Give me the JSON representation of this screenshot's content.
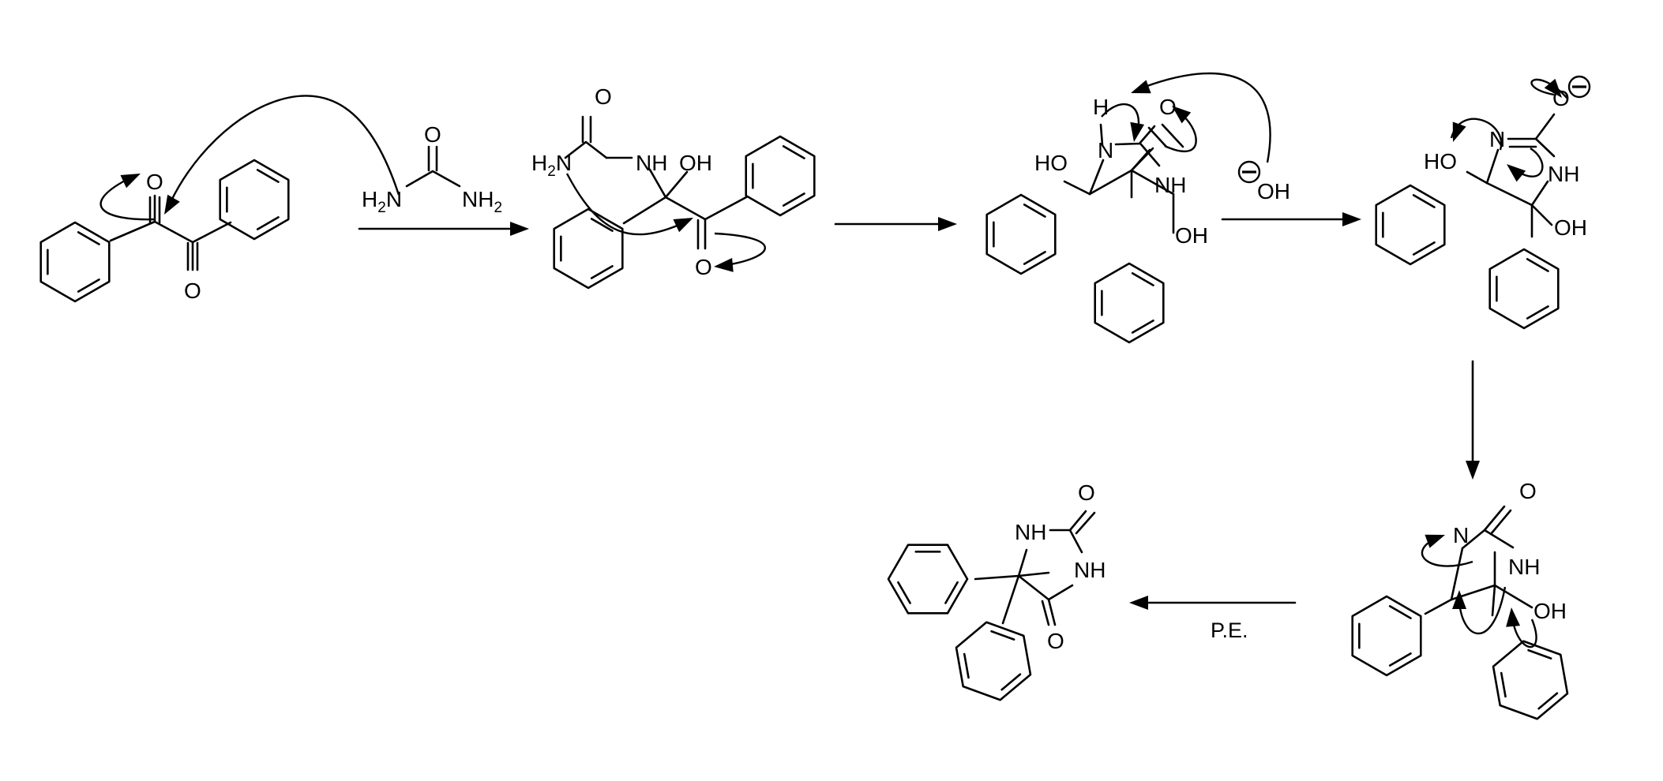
{
  "atoms": {
    "O": "O",
    "N": "N",
    "H": "H",
    "OH": "OH",
    "HO": "HO",
    "NH": "NH",
    "H2N_H": "H",
    "H2N_2": "2",
    "H2N_N": "N",
    "NH2_NH": "NH",
    "NH2_2": "2"
  },
  "reagent_label": "P.E."
}
